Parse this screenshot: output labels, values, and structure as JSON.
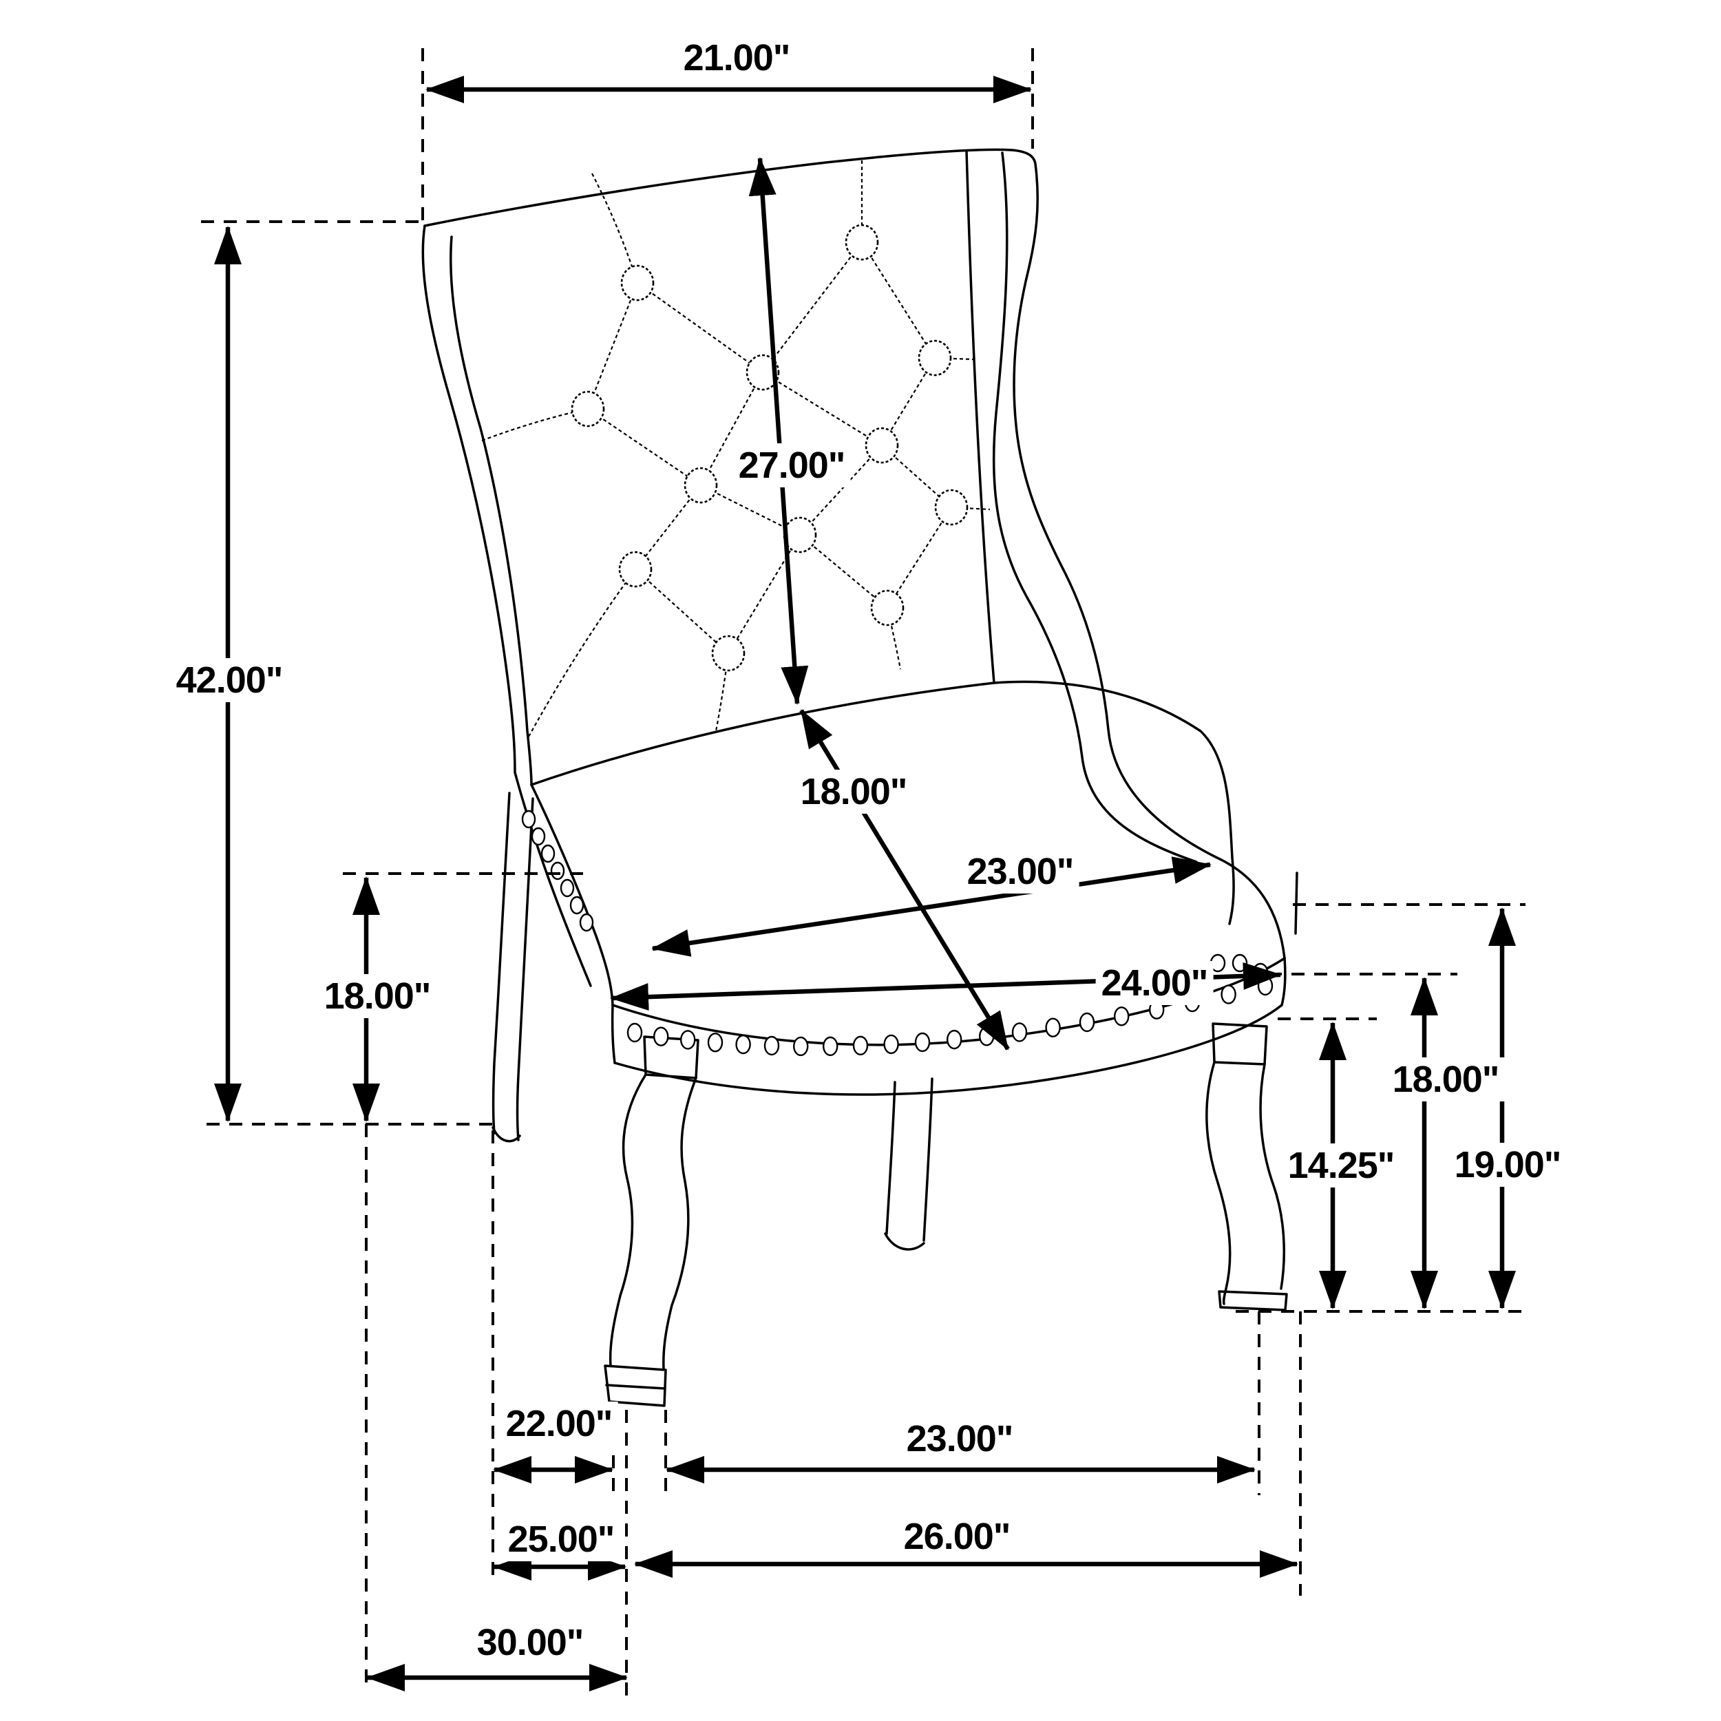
{
  "page": {
    "background_color": "#ffffff",
    "ink_color": "#000000",
    "subject": "tufted wingback dining chair dimension drawing",
    "unit": "inches"
  },
  "diagram": {
    "dimensions": {
      "top_back_width": {
        "label": "21.00\"",
        "value": 21.0,
        "role": "width across top of chair back"
      },
      "overall_height": {
        "label": "42.00\"",
        "value": 42.0,
        "role": "overall height, floor to top of back"
      },
      "back_height": {
        "label": "27.00\"",
        "value": 27.0,
        "role": "seat to top of back (diagonal on back panel)"
      },
      "seat_depth": {
        "label": "18.00\"",
        "value": 18.0,
        "role": "seat depth, back to front edge"
      },
      "seat_width_back": {
        "label": "23.00\"",
        "value": 23.0,
        "role": "seat width at back"
      },
      "seat_width_front": {
        "label": "24.00\"",
        "value": 24.0,
        "role": "seat width at front edge"
      },
      "seat_height_left": {
        "label": "18.00\"",
        "value": 18.0,
        "role": "floor to seat, left reference"
      },
      "leg_height": {
        "label": "14.25\"",
        "value": 14.25,
        "role": "floor to bottom of seat rail"
      },
      "seat_height_right": {
        "label": "18.00\"",
        "value": 18.0,
        "role": "floor to top of seat rail"
      },
      "arm_height": {
        "label": "19.00\"",
        "value": 19.0,
        "role": "floor to seat corner / arm front"
      },
      "base_depth_rear": {
        "label": "22.00\"",
        "value": 22.0,
        "role": "rear foot to front foot (inner)"
      },
      "base_width_inner": {
        "label": "23.00\"",
        "value": 23.0,
        "role": "distance between front feet (inner)"
      },
      "base_depth_front": {
        "label": "25.00\"",
        "value": 25.0,
        "role": "rear foot to front foot (outer)"
      },
      "base_width_outer": {
        "label": "26.00\"",
        "value": 26.0,
        "role": "distance between front feet (outer)"
      },
      "overall_depth": {
        "label": "30.00\"",
        "value": 30.0,
        "role": "overall depth front to back"
      }
    }
  }
}
